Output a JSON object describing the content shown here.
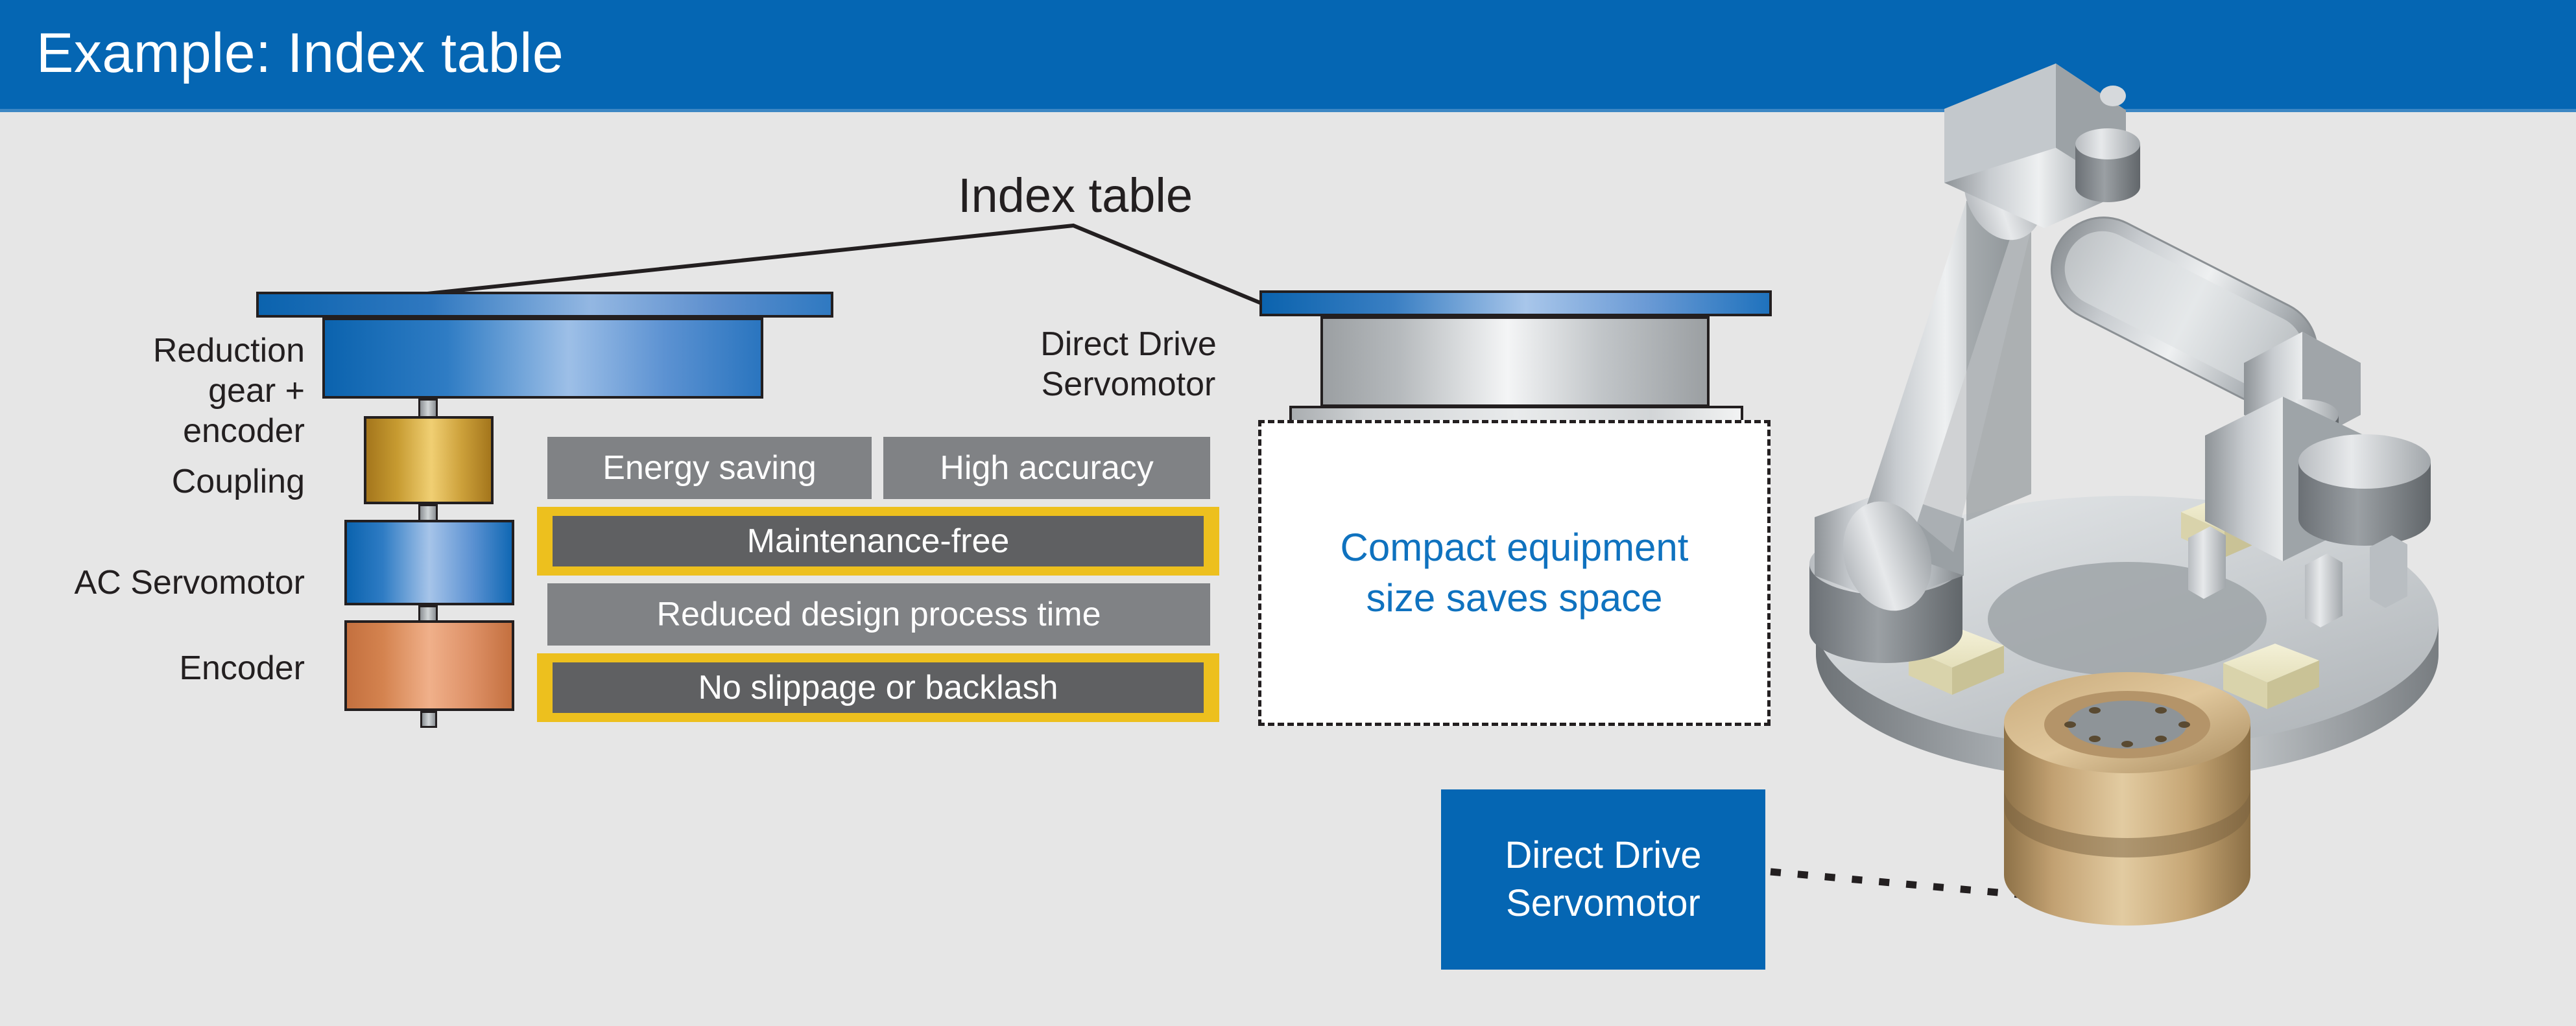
{
  "header": {
    "title": "Example: Index table",
    "bar_color": "#0566b3",
    "text_color": "#ffffff"
  },
  "canvas": {
    "background_color": "#e6e6e6"
  },
  "diagram": {
    "caption": "Index table",
    "left_assembly": {
      "name": "Reduction gear motor stack",
      "labels": [
        {
          "id": "reduction-gear-encoder",
          "text": "Reduction\ngear + encoder"
        },
        {
          "id": "coupling",
          "text": "Coupling"
        },
        {
          "id": "ac-servomotor",
          "text": "AC Servomotor"
        },
        {
          "id": "encoder",
          "text": "Encoder"
        }
      ],
      "part_colors": {
        "table_plate": "#1f72bd",
        "reduction_gear": "#1f72bd",
        "coupling": "#c79b31",
        "ac_servomotor": "#1f72bd",
        "encoder": "#d4834f",
        "shaft": "#a9adb0"
      }
    },
    "right_assembly": {
      "label": "Direct Drive\nServomotor",
      "part_colors": {
        "table_plate": "#1f72bd",
        "motor_body": "#b6babd",
        "base_flange": "#d2d5d7"
      },
      "compact_note": "Compact equipment\nsize saves space",
      "compact_note_color": "#0f72bf"
    },
    "features": [
      {
        "id": "energy-saving",
        "label": "Energy saving",
        "highlighted": false
      },
      {
        "id": "high-accuracy",
        "label": "High accuracy",
        "highlighted": false
      },
      {
        "id": "maintenance-free",
        "label": "Maintenance-free",
        "highlighted": true
      },
      {
        "id": "reduced-design-process-time",
        "label": "Reduced design process time",
        "highlighted": false
      },
      {
        "id": "no-slippage-or-backlash",
        "label": "No slippage or backlash",
        "highlighted": true
      }
    ],
    "feature_colors": {
      "plain_bar": "#808285",
      "highlight_frame": "#edc01e",
      "highlight_fill": "#5f6062",
      "label": "#ffffff"
    }
  },
  "callout": {
    "label": "Direct Drive\nServomotor",
    "box_color": "#0566b3",
    "text_color": "#ffffff",
    "leader_style": "dotted"
  },
  "illustration": {
    "name": "robot-arm-index-table",
    "elements": [
      "articulated robot arm",
      "rotary index table",
      "three workpieces",
      "direct drive servomotor base"
    ],
    "colors": {
      "metal_light": "#d5d8db",
      "metal_mid": "#a8acb0",
      "metal_dark": "#6f7478",
      "workpiece": "#ece8c4",
      "motor_gold": "#c9a878"
    }
  }
}
